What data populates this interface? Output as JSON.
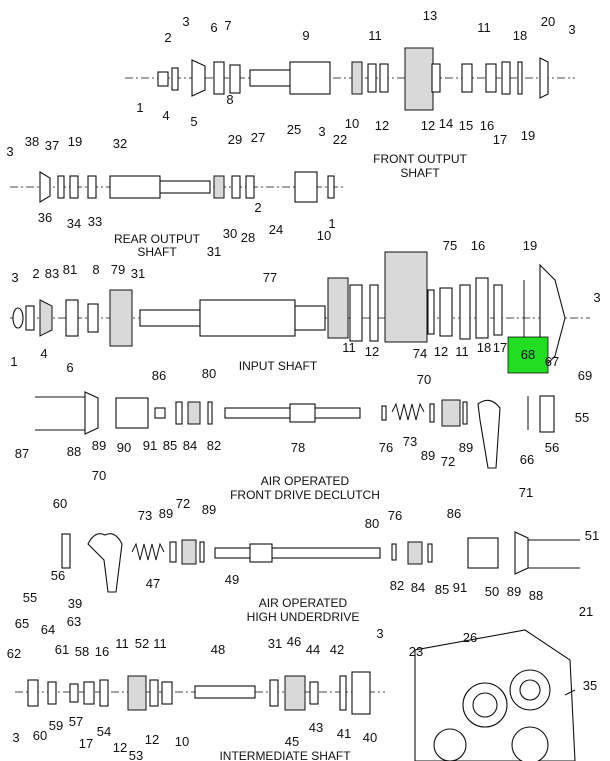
{
  "captions": {
    "front_output_1": "FRONT OUTPUT",
    "front_output_2": "SHAFT",
    "rear_output_1": "REAR OUTPUT",
    "rear_output_2": "SHAFT",
    "input_shaft": "INPUT SHAFT",
    "air_front_1": "AIR OPERATED",
    "air_front_2": "FRONT DRIVE DECLUTCH",
    "air_high_1": "AIR OPERATED",
    "air_high_2": "HIGH UNDERDRIVE",
    "intermediate": "INTERMEDIATE SHAFT"
  },
  "highlight": {
    "label": "68",
    "color": "#22dd22"
  },
  "callouts": [
    "1",
    "2",
    "3",
    "4",
    "5",
    "6",
    "7",
    "8",
    "9",
    "10",
    "11",
    "12",
    "13",
    "11",
    "12",
    "14",
    "15",
    "16",
    "17",
    "18",
    "19",
    "20",
    "3",
    "3",
    "38",
    "37",
    "19",
    "32",
    "36",
    "34",
    "33",
    "29",
    "27",
    "30",
    "28",
    "31",
    "2",
    "25",
    "3",
    "22",
    "24",
    "1",
    "3",
    "2",
    "83",
    "81",
    "8",
    "79",
    "31",
    "77",
    "10",
    "75",
    "16",
    "19",
    "4",
    "6",
    "1",
    "11",
    "12",
    "74",
    "12",
    "11",
    "18",
    "17",
    "67",
    "3",
    "86",
    "80",
    "70",
    "69",
    "87",
    "88",
    "89",
    "90",
    "91",
    "85",
    "84",
    "82",
    "78",
    "76",
    "73",
    "89",
    "72",
    "89",
    "66",
    "56",
    "55",
    "71",
    "70",
    "60",
    "73",
    "89",
    "72",
    "89",
    "80",
    "76",
    "86",
    "51",
    "56",
    "55",
    "39",
    "47",
    "49",
    "82",
    "84",
    "85",
    "91",
    "50",
    "89",
    "88",
    "65",
    "64",
    "63",
    "62",
    "61",
    "58",
    "16",
    "11",
    "52",
    "11",
    "48",
    "31",
    "46",
    "44",
    "42",
    "3",
    "21",
    "26",
    "23",
    "35",
    "3",
    "60",
    "59",
    "57",
    "17",
    "54",
    "12",
    "53",
    "12",
    "10",
    "45",
    "43",
    "41",
    "40"
  ]
}
